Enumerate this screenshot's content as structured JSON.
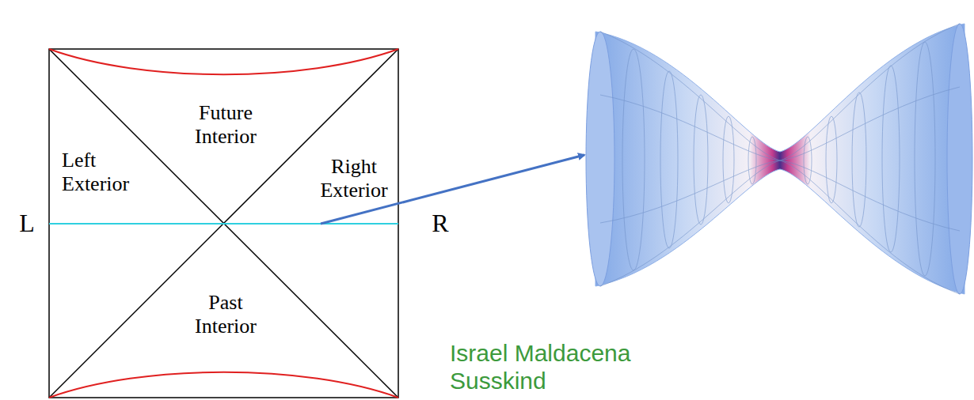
{
  "diagram": {
    "labels": [
      "Future Interior",
      "Left Exterior",
      "Right Exterior",
      "L",
      "R",
      "Past Interior",
      "Israel Maldacena Susskind"
    ]
  }
}
